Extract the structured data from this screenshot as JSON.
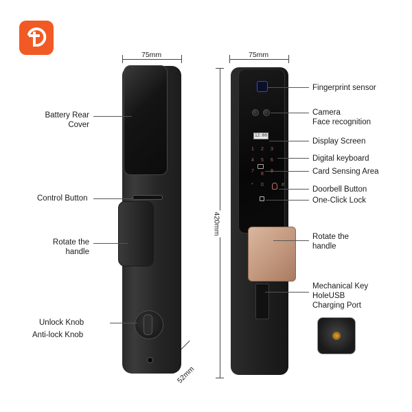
{
  "brand": {
    "logo_icon": "tuya-logo-icon",
    "logo_color": "#f15a24"
  },
  "dimensions": {
    "width_left": "75mm",
    "width_right": "75mm",
    "height": "420mm",
    "depth": "52mm"
  },
  "left_labels": {
    "battery_cover_line1": "Battery Rear",
    "battery_cover_line2": "Cover",
    "control_button": "Control Button",
    "rotate_handle_line1": "Rotate the",
    "rotate_handle_line2": "handle",
    "unlock_knob": "Unlock Knob",
    "anti_lock_knob": "Anti-lock Knob"
  },
  "right_labels": {
    "fingerprint": "Fingerprint sensor",
    "camera_line1": "Camera",
    "camera_line2": "Face recognition",
    "display": "Display Screen",
    "keyboard": "Digital keyboard",
    "card": "Card Sensing Area",
    "doorbell": "Doorbell Button",
    "one_click": "One-Click Lock",
    "rotate_handle_line1": "Rotate the",
    "rotate_handle_line2": "handle",
    "mech_line1": "Mechanical Key",
    "mech_line2": "HoleUSB",
    "mech_line3": "Charging Port"
  },
  "lock_display": {
    "time": "12:00"
  },
  "keypad": {
    "keys": [
      "1",
      "2",
      "3",
      "4",
      "5",
      "6",
      "7",
      "8",
      "9",
      "*",
      "0",
      "#"
    ]
  },
  "colors": {
    "lock_body": "#1c1c1c",
    "handle_rose_gold": "#c49a80",
    "key_digits": "#c06060"
  }
}
